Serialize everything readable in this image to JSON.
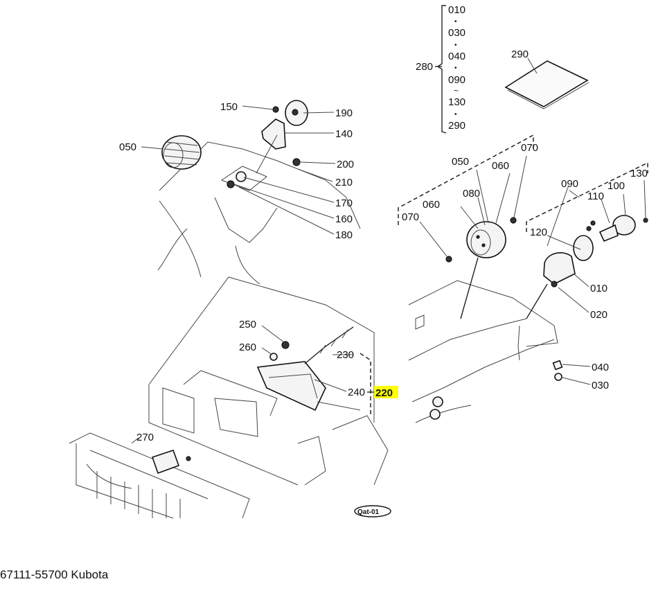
{
  "highlight_color": "#ffff00",
  "labels": {
    "p010a": "010",
    "p030a": "030",
    "p040a": "040",
    "p090a": "090",
    "p130a": "130",
    "p290a": "290",
    "p280": "280",
    "p290": "290",
    "p150": "150",
    "p190": "190",
    "p140": "140",
    "p050a": "050",
    "p200": "200",
    "p210": "210",
    "p170": "170",
    "p160": "160",
    "p180": "180",
    "p050b": "050",
    "p070a": "070",
    "p060a": "060",
    "p080": "080",
    "p060b": "060",
    "p070b": "070",
    "p090b": "090",
    "p100": "100",
    "p110": "110",
    "p130b": "130",
    "p120": "120",
    "p010b": "010",
    "p020": "020",
    "p040b": "040",
    "p030b": "030",
    "p250": "250",
    "p260": "260",
    "p230": "230",
    "p240": "240",
    "p220": "220",
    "p270": "270",
    "stamp": "Qat-01"
  },
  "caption": "67111-55700 Kubota"
}
